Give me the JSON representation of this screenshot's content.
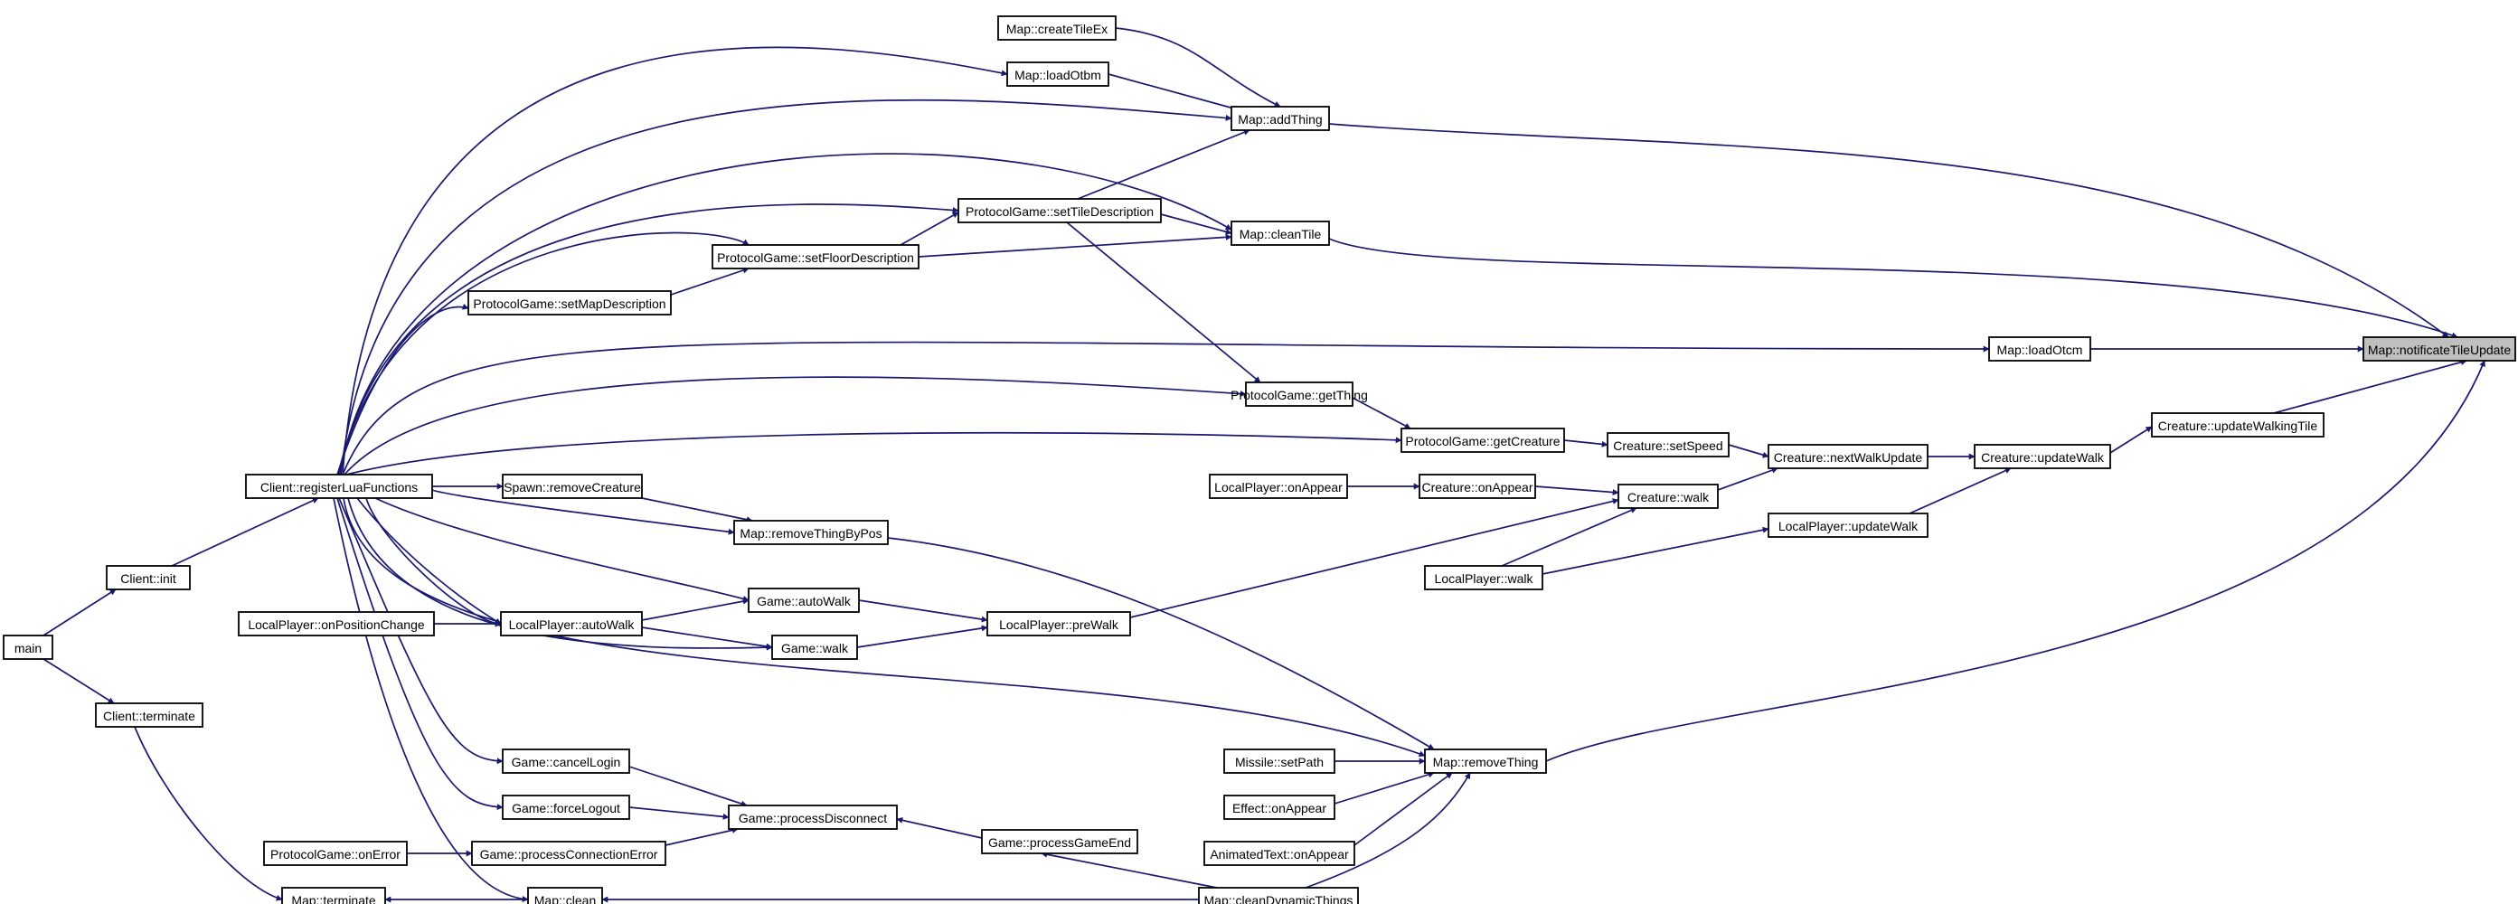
{
  "colors": {
    "edge": "#191970",
    "node_fill": "#ffffff",
    "node_border": "#000000",
    "root_fill": "#bfbfbf"
  },
  "nodes": {
    "createTileEx": "Map::createTileEx",
    "loadOtbm": "Map::loadOtbm",
    "addThing": "Map::addThing",
    "setTileDescription": "ProtocolGame::setTileDescription",
    "cleanTile": "Map::cleanTile",
    "setFloorDescription": "ProtocolGame::setFloorDescription",
    "setMapDescription": "ProtocolGame::setMapDescription",
    "loadOtcm": "Map::loadOtcm",
    "notificateTileUpdate": "Map::notificateTileUpdate",
    "updateWalkingTile": "Creature::updateWalkingTile",
    "getThing": "ProtocolGame::getThing",
    "getCreature": "ProtocolGame::getCreature",
    "setSpeed": "Creature::setSpeed",
    "nextWalkUpdate": "Creature::nextWalkUpdate",
    "updateWalk": "Creature::updateWalk",
    "registerLuaFunctions": "Client::registerLuaFunctions",
    "removeCreature": "Spawn::removeCreature",
    "lpOnAppear": "LocalPlayer::onAppear",
    "crOnAppear": "Creature::onAppear",
    "crWalk": "Creature::walk",
    "removeThingByPos": "Map::removeThingByPos",
    "lpUpdateWalk": "LocalPlayer::updateWalk",
    "clientInit": "Client::init",
    "lpWalk": "LocalPlayer::walk",
    "gameAutoWalk": "Game::autoWalk",
    "onPositionChange": "LocalPlayer::onPositionChange",
    "lpAutoWalk": "LocalPlayer::autoWalk",
    "lpPreWalk": "LocalPlayer::preWalk",
    "main": "main",
    "gameWalk": "Game::walk",
    "clientTerminate": "Client::terminate",
    "missileSetPath": "Missile::setPath",
    "removeThing": "Map::removeThing",
    "cancelLogin": "Game::cancelLogin",
    "effectOnAppear": "Effect::onAppear",
    "forceLogout": "Game::forceLogout",
    "processDisconnect": "Game::processDisconnect",
    "processGameEnd": "Game::processGameEnd",
    "pgOnError": "ProtocolGame::onError",
    "processConnectionError": "Game::processConnectionError",
    "animTextOnAppear": "AnimatedText::onAppear",
    "mapTerminate": "Map::terminate",
    "mapClean": "Map::clean",
    "cleanDynamicThings": "Map::cleanDynamicThings"
  }
}
